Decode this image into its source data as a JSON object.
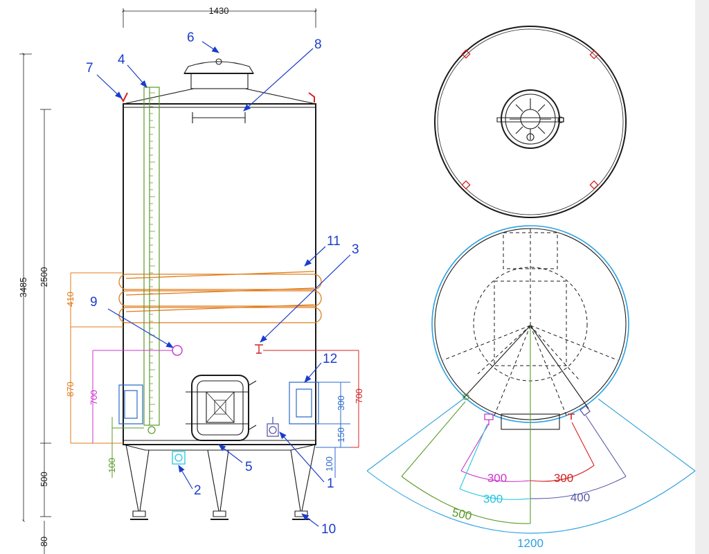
{
  "callouts": [
    "1",
    "2",
    "3",
    "4",
    "5",
    "6",
    "7",
    "8",
    "9",
    "10",
    "11",
    "12"
  ],
  "dims_side": {
    "overall_width": "1430",
    "total_height": "3485",
    "body_height": "2500",
    "legs_height": "500",
    "feet_height": "80",
    "coil_band": "410",
    "coil_to_bottom": "870",
    "door_height": "700",
    "outlet_height": "100",
    "right_valve_height": "700",
    "panel_height": "300",
    "panel_offset": "150",
    "drain_height": "100"
  },
  "dims_plan": {
    "d300_magenta": "300",
    "d300_red": "300",
    "d300_cyan": "300",
    "d400": "400",
    "d500": "500",
    "d1200": "1200"
  },
  "colors": {
    "callout": "#1a3ccc",
    "coil": "#e07b1a",
    "level_gauge": "#5a9a2a",
    "magenta": "#cc33cc",
    "red": "#d42020",
    "cyan": "#22c6e0",
    "blue_dim": "#2a6acc",
    "violet": "#5a5aa8"
  }
}
